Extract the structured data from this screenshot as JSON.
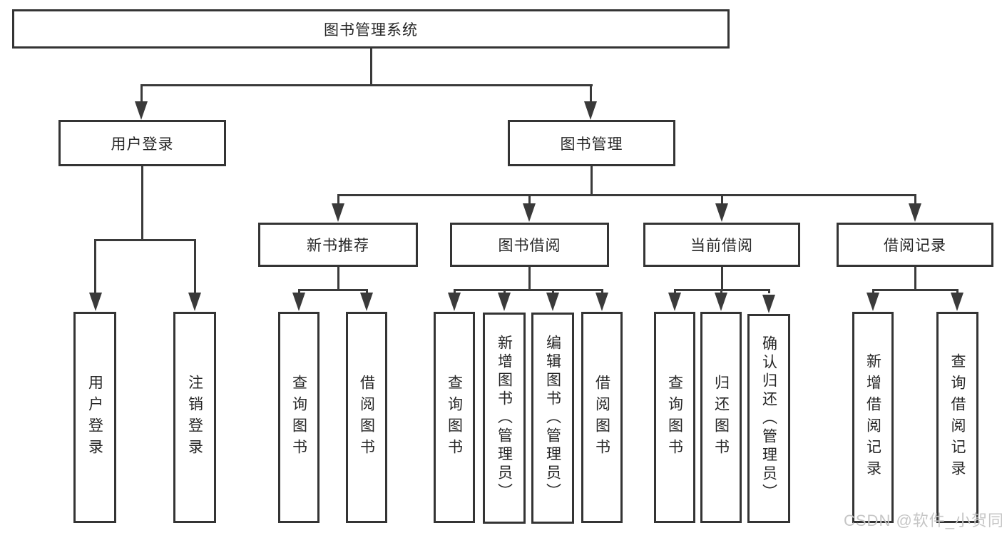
{
  "tree": {
    "label": "图书管理系统",
    "children": [
      {
        "label": "用户登录",
        "children": [
          {
            "label": "用户登录"
          },
          {
            "label": "注销登录"
          }
        ]
      },
      {
        "label": "图书管理",
        "children": [
          {
            "label": "新书推荐",
            "children": [
              {
                "label": "查询图书"
              },
              {
                "label": "借阅图书"
              }
            ]
          },
          {
            "label": "图书借阅",
            "children": [
              {
                "label": "查询图书"
              },
              {
                "label": "新增图书（管理员）"
              },
              {
                "label": "编辑图书（管理员）"
              },
              {
                "label": "借阅图书"
              }
            ]
          },
          {
            "label": "当前借阅",
            "children": [
              {
                "label": "查询图书"
              },
              {
                "label": "归还图书"
              },
              {
                "label": "确认归还（管理员）"
              }
            ]
          },
          {
            "label": "借阅记录",
            "children": [
              {
                "label": "新增借阅记录"
              },
              {
                "label": "查询借阅记录"
              }
            ]
          }
        ]
      }
    ]
  },
  "watermark": "CSDN @软件_小贺同学",
  "colors": {
    "line": "#3a3a3a",
    "box_border": "#343434",
    "box_fill": "#ffffff",
    "text": "#262626",
    "watermark": "#c6c6c6"
  }
}
